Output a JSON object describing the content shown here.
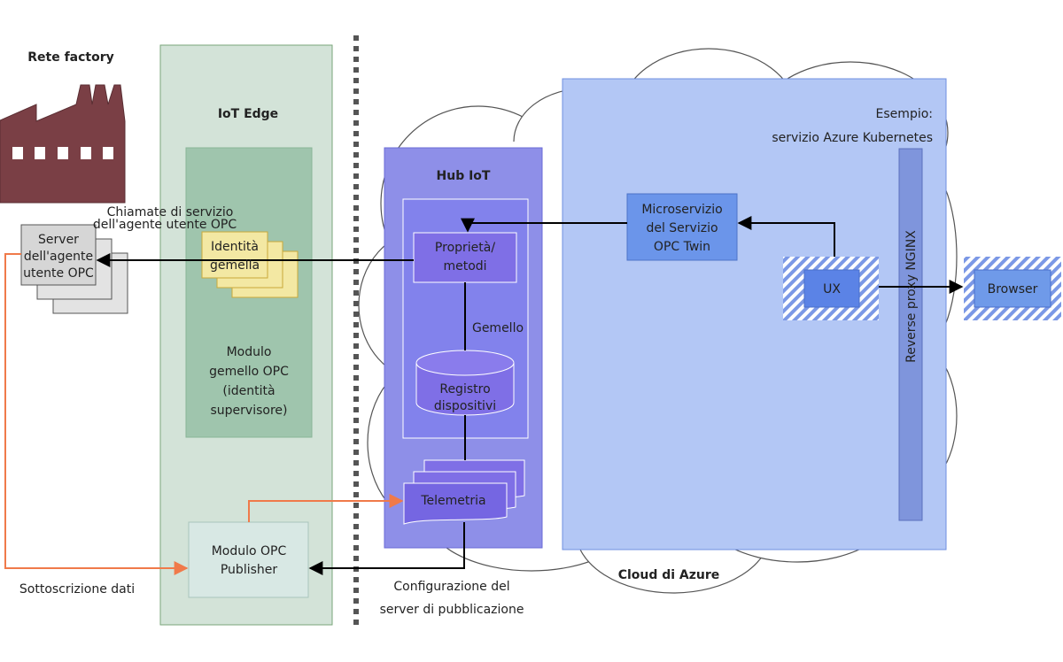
{
  "labels": {
    "factory_network": "Rete factory",
    "iot_edge": "IoT Edge",
    "service_calls_1": "Chiamate di servizio",
    "service_calls_2": "dell'agente utente OPC",
    "server_1": "Server",
    "server_2": "dell'agente",
    "server_3": "utente OPC",
    "twin_identity_1": "Identità",
    "twin_identity_2": "gemella",
    "twin_module_1": "Modulo",
    "twin_module_2": "gemello OPC",
    "twin_module_3": "(identità",
    "twin_module_4": "supervisore)",
    "publisher_1": "Modulo OPC",
    "publisher_2": "Publisher",
    "data_subscription": "Sottoscrizione dati",
    "publisher_config_1": "Configurazione del",
    "publisher_config_2": "server di pubblicazione",
    "iot_hub": "Hub IoT",
    "props_1": "Proprietà/",
    "props_2": "metodi",
    "twin": "Gemello",
    "registry_1": "Registro",
    "registry_2": "dispositivi",
    "telemetry": "Telemetria",
    "azure_cloud": "Cloud di Azure",
    "example_1": "Esempio:",
    "example_2": "servizio Azure Kubernetes",
    "micro_1": "Microservizio",
    "micro_2": "del Servizio",
    "micro_3": "OPC Twin",
    "ux": "UX",
    "nginx": "Reverse proxy NGINX",
    "browser": "Browser"
  },
  "colors": {
    "factory": "#7a3f45",
    "edge_fill": "#d3e3d8",
    "edge_module": "#9fc5ad",
    "twin_identity": "#f3e8a3",
    "hub_fill": "#8e8fe8",
    "hub_inner": "#8282ec",
    "cloud_fill": "#ffffff",
    "aks_fill": "#b3c7f5",
    "micro_fill": "#6b95ea",
    "nginx_fill": "#7f95dc",
    "ux_fill": "#5b83e6",
    "orange": "#f07a4a",
    "arrow": "#000000"
  }
}
